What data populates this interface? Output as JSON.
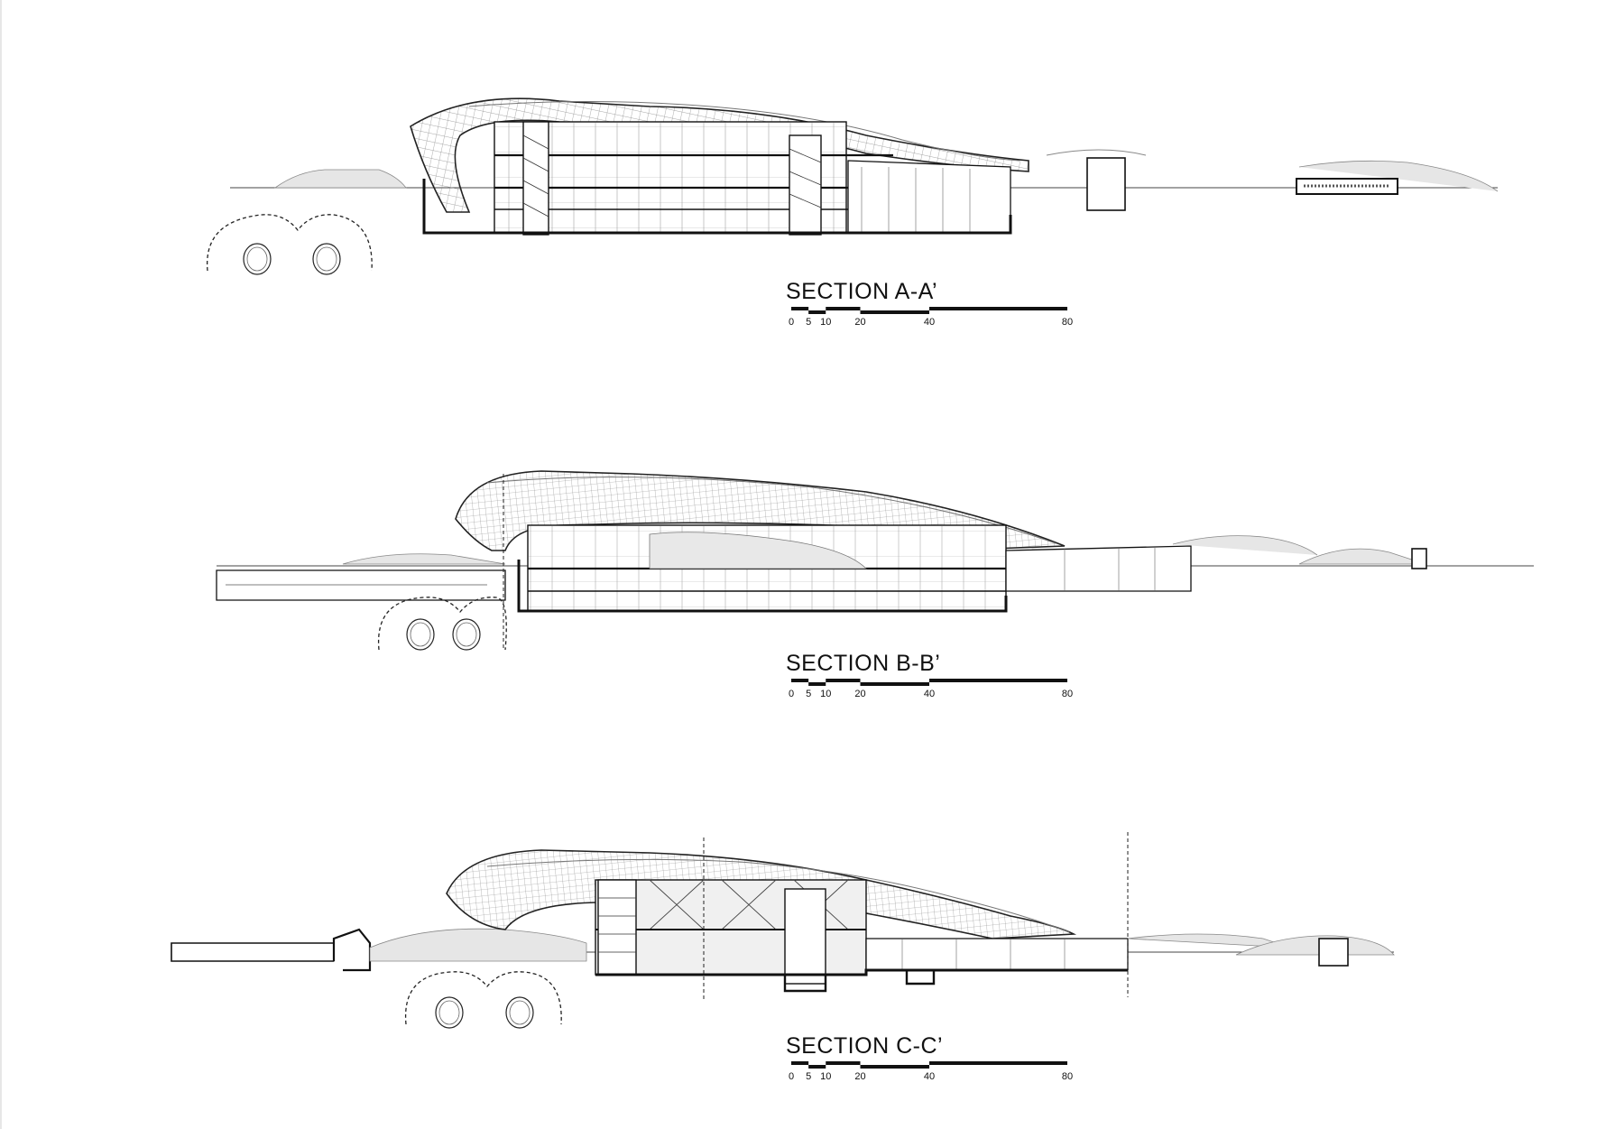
{
  "sections": [
    {
      "title": "SECTION A-A’",
      "scale": {
        "ticks": [
          "0",
          "5",
          "10",
          "20",
          "40",
          "80"
        ],
        "values": [
          0,
          5,
          10,
          20,
          40,
          80
        ]
      }
    },
    {
      "title": "SECTION B-B’",
      "scale": {
        "ticks": [
          "0",
          "5",
          "10",
          "20",
          "40",
          "80"
        ],
        "values": [
          0,
          5,
          10,
          20,
          40,
          80
        ]
      }
    },
    {
      "title": "SECTION C-C’",
      "scale": {
        "ticks": [
          "0",
          "5",
          "10",
          "20",
          "40",
          "80"
        ],
        "values": [
          0,
          5,
          10,
          20,
          40,
          80
        ]
      }
    }
  ],
  "colors": {
    "ink": "#111111",
    "fill": "#e4e4e4",
    "mesh": "#9a9a9a",
    "page": "#ffffff"
  }
}
